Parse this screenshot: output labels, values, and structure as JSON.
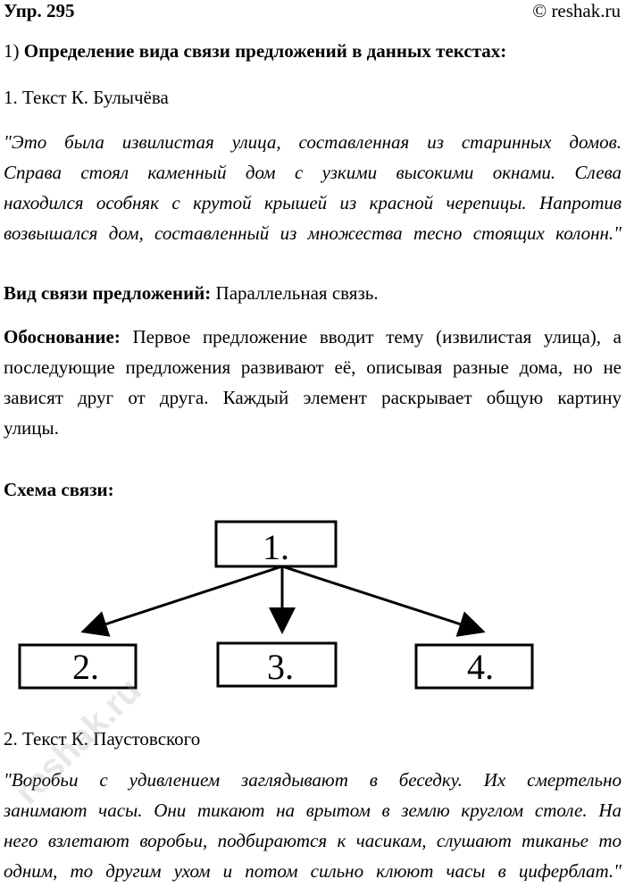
{
  "header": {
    "exercise": "Упр. 295",
    "source": "© reshak.ru"
  },
  "part1": {
    "number": "1)",
    "title": "Определение вида связи предложений в данных текстах:"
  },
  "text1": {
    "title": "1. Текст К. Булычёва",
    "quote_lines": [
      "\"Это была извилистая улица, составленная из старинных домов.",
      "Справа стоял каменный дом с узкими высокими окнами. Слева",
      "находился особняк с крутой крышей из красной черепицы. Напротив",
      "возвышался дом, составленный из множества тесно стоящих колонн.\""
    ],
    "type_label": "Вид связи предложений:",
    "type_value": " Параллельная связь.",
    "reason_label": "Обоснование:",
    "reason_lines": [
      " Первое предложение вводит тему (извилистая улица), а",
      "последующие предложения развивают её, описывая разные дома, но не",
      "зависят друг от друга. Каждый элемент раскрывает общую картину",
      "улицы."
    ],
    "scheme_label": "Схема связи:",
    "scheme": {
      "top": "1.",
      "left": "2.",
      "middle": "3.",
      "right": "4."
    }
  },
  "text2": {
    "title": "2. Текст К. Паустовского",
    "quote_lines": [
      "\"Воробьи с удивлением заглядывают в беседку. Их смертельно",
      "занимают часы. Они тикают на врытом в землю круглом столе. На",
      "него взлетают воробьи, подбираются к часикам, слушают тиканье то",
      "одним, то другим ухом и потом сильно клюют часы в циферблат.\""
    ]
  },
  "watermark": "reshak.ru"
}
